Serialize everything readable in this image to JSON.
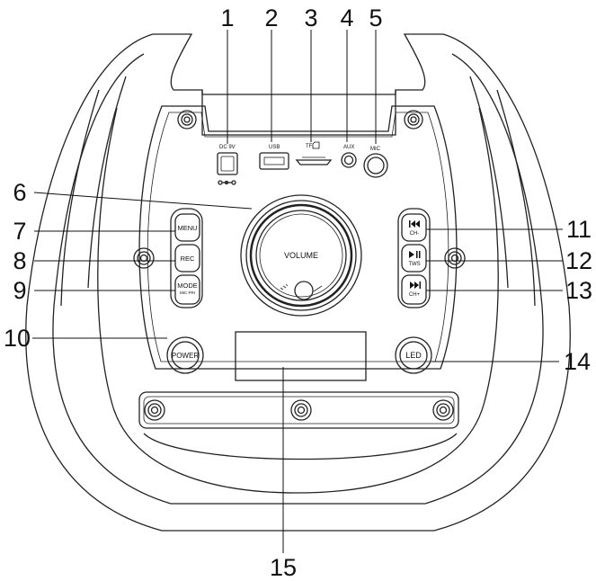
{
  "callouts": [
    {
      "number": "1"
    },
    {
      "number": "2"
    },
    {
      "number": "3"
    },
    {
      "number": "4"
    },
    {
      "number": "5"
    },
    {
      "number": "6"
    },
    {
      "number": "7"
    },
    {
      "number": "8"
    },
    {
      "number": "9"
    },
    {
      "number": "10"
    },
    {
      "number": "11"
    },
    {
      "number": "12"
    },
    {
      "number": "13"
    },
    {
      "number": "14"
    },
    {
      "number": "15"
    }
  ],
  "port_labels": {
    "dc": "DC 9V",
    "usb": "USB",
    "tf": "TF",
    "aux": "AUX",
    "mic": "MIC"
  },
  "knob": {
    "label": "VOLUME"
  },
  "left_buttons": {
    "menu": "MENU",
    "rec": "REC",
    "mode": "MODE",
    "mode_sub": "MIC PRI"
  },
  "right_buttons": {
    "prev_sub": "CH-",
    "play_sub": "TWS",
    "next_sub": "CH+"
  },
  "power_button": "POWER",
  "led_button": "LED"
}
